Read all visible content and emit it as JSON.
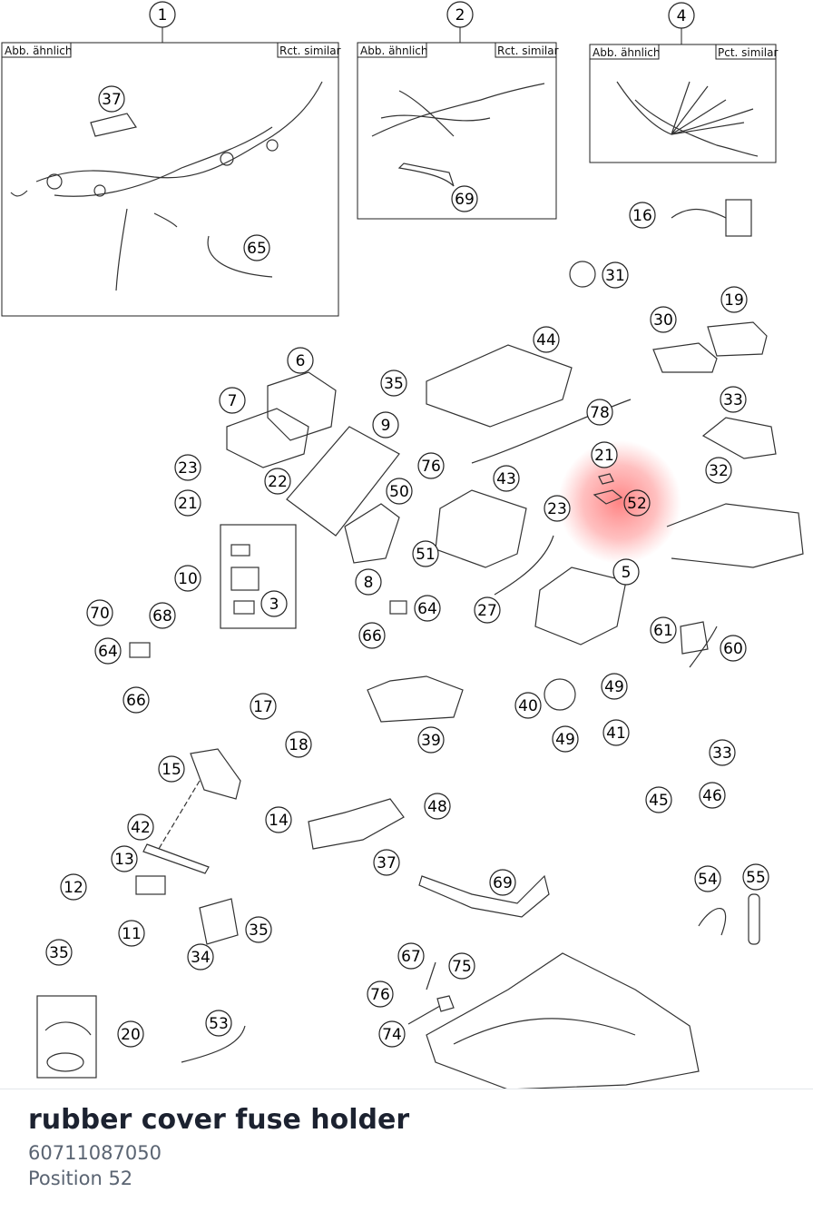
{
  "part": {
    "name": "rubber cover fuse holder",
    "number": "60711087050",
    "position": "Position 52"
  },
  "highlight": {
    "position": "52",
    "color": "#ff6b6b"
  },
  "frames": [
    {
      "callout": "1",
      "left_text": "Abb. ähnlich",
      "right_text": "Rct. similar"
    },
    {
      "callout": "2",
      "left_text": "Abb. ähnlich",
      "right_text": "Rct. similar"
    },
    {
      "callout": "4",
      "left_text": "Abb. ähnlich",
      "right_text": "Pct. similar"
    }
  ],
  "callouts": [
    "1",
    "2",
    "4",
    "37",
    "65",
    "69",
    "16",
    "31",
    "19",
    "30",
    "44",
    "6",
    "35",
    "7",
    "9",
    "78",
    "33",
    "21",
    "32",
    "23",
    "76",
    "22",
    "43",
    "50",
    "52",
    "21",
    "23",
    "10",
    "51",
    "8",
    "5",
    "3",
    "70",
    "68",
    "64",
    "66",
    "27",
    "64",
    "66",
    "61",
    "60",
    "49",
    "40",
    "17",
    "18",
    "49",
    "41",
    "39",
    "33",
    "15",
    "45",
    "46",
    "14",
    "48",
    "42",
    "37",
    "13",
    "12",
    "69",
    "54",
    "55",
    "35",
    "11",
    "35",
    "34",
    "67",
    "75",
    "76",
    "20",
    "53",
    "74"
  ]
}
